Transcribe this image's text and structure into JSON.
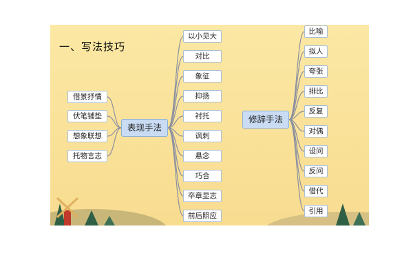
{
  "title": "一、写法技巧",
  "center_left": {
    "label": "表现手法",
    "left_items": [
      "借景抒情",
      "伏笔铺垫",
      "想象联想",
      "托物言志"
    ],
    "right_items": [
      "以小见大",
      "对比",
      "象征",
      "抑扬",
      "衬托",
      "讽刺",
      "悬念",
      "巧合",
      "卒章显志",
      "前后照应"
    ]
  },
  "center_right": {
    "label": "修辞手法",
    "items": [
      "比喻",
      "拟人",
      "夸张",
      "排比",
      "反复",
      "对偶",
      "设问",
      "反问",
      "借代",
      "引用"
    ]
  },
  "colors": {
    "slide_bg": "#f9e2a0",
    "node_border": "#a9bfd8",
    "main_node_bg": "#c9dcf3",
    "connector": "#8a8fa0",
    "tree": "#2f5f45",
    "windmill": "#c0392b"
  }
}
